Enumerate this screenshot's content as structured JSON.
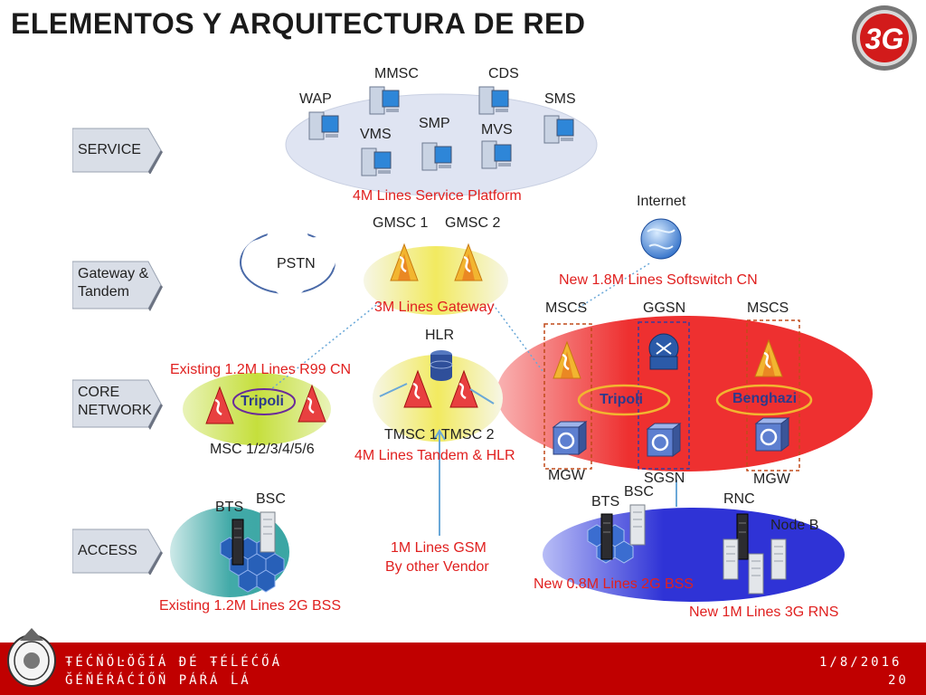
{
  "title": "ELEMENTOS Y ARQUITECTURA DE RED",
  "layers": {
    "service": "SERVICE",
    "gateway_line1": "Gateway &",
    "gateway_line2": "Tandem",
    "core_line1": "CORE",
    "core_line2": "NETWORK",
    "access": "ACCESS"
  },
  "service": {
    "wap": "WAP",
    "mmsc": "MMSC",
    "cds": "CDS",
    "sms": "SMS",
    "vms": "VMS",
    "smp": "SMP",
    "mvs": "MVS",
    "platform": "4M Lines Service Platform"
  },
  "gateway": {
    "gmsc1": "GMSC 1",
    "gmsc2": "GMSC 2",
    "pstn": "PSTN",
    "caption": "3M Lines Gateway",
    "internet": "Internet",
    "softswitch": "New 1.8M Lines Softswitch CN"
  },
  "core": {
    "existing": "Existing 1.2M Lines R99 CN",
    "tripoli_left": "Tripoli",
    "msc_list": "MSC 1/2/3/4/5/6",
    "hlr": "HLR",
    "tmsc": "TMSC 1 TMSC 2",
    "tandem": "4M Lines Tandem & HLR",
    "mscs_left": "MSCS",
    "ggsn": "GGSN",
    "mscs_right": "MSCS",
    "tripoli_right": "Tripoli",
    "benghazi": "Benghazi",
    "mgw_left": "MGW",
    "sgsn": "SGSN",
    "mgw_right": "MGW"
  },
  "access": {
    "bts_left": "BTS",
    "bsc_left": "BSC",
    "existing_bss": "Existing 1.2M Lines 2G BSS",
    "gsm_line1": "1M Lines GSM",
    "gsm_line2": "By other Vendor",
    "bts_right": "BTS",
    "bsc_right": "BSC",
    "rnc": "RNC",
    "nodeb": "Node B",
    "new_bss": "New 0.8M Lines 2G BSS",
    "new_rns": "New 1M Lines 3G RNS"
  },
  "footer": {
    "left_line1": "ŦÉĆŇŎĿŎĞÍÁ ĐÉ ŦÉĹÉĆŐÁ",
    "left_line2": "ĞÉŇÉŔÁĆÍŐŇ ΡÁŔÁ ĹÁ",
    "date": "1/8/2016",
    "page": "20"
  },
  "colors": {
    "footer": "#c00000",
    "accent_red": "#e0201f",
    "service_cloud": "#dfe4f2",
    "core_red": "#ee3333",
    "access_blue": "#2f33d6",
    "access_teal": "#3aa6a4"
  }
}
